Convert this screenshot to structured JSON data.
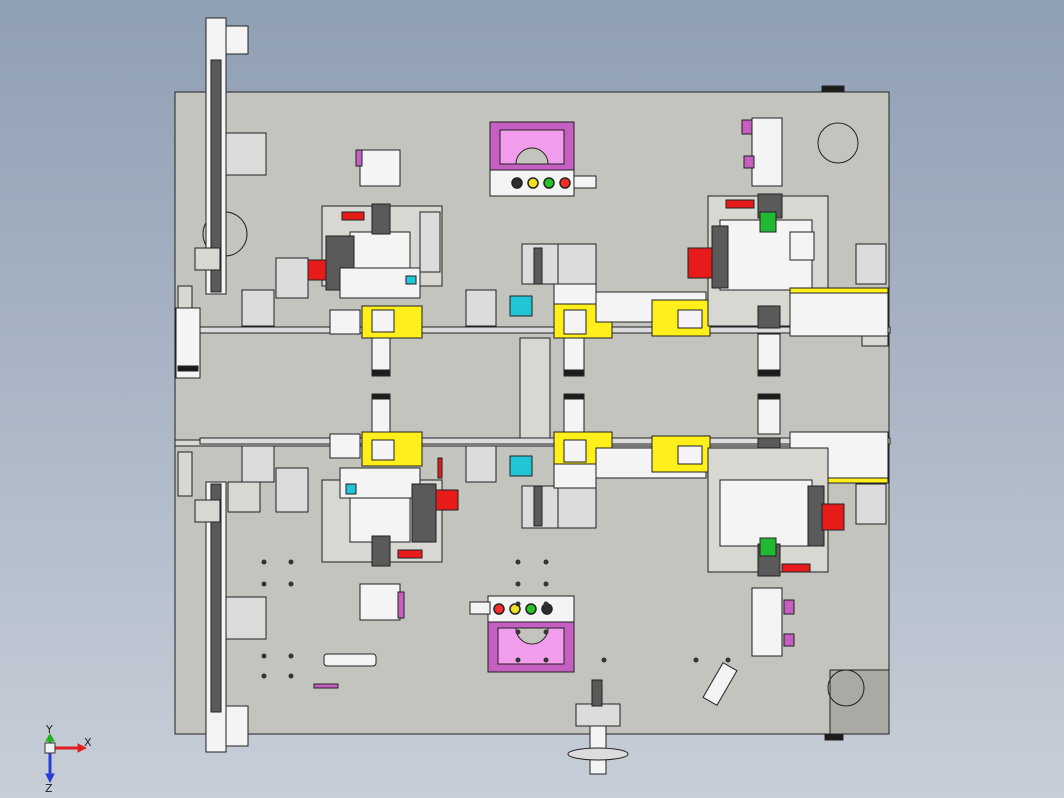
{
  "colors": {
    "background_top": "#8f9fb4",
    "background_bottom": "#c7ced8",
    "plate": "#c3c4bd",
    "plate_dark": "#a9aaa3",
    "bracket": "#d7d8d2",
    "block_gray": "#dcdcdc",
    "dark_gray": "#5a5a5a",
    "yellow": "#ffef1a",
    "red": "#e81b1b",
    "pink": "#f29cec",
    "magenta": "#c65fc2",
    "green": "#22b833",
    "cyan": "#21c6d6",
    "white": "#f4f4f4",
    "black": "#1c1c1c",
    "indicator_colors": [
      "#ff2a2a",
      "#f3e021",
      "#27c428",
      "#2d2d2d"
    ]
  },
  "axis_triad": {
    "x_label": "X",
    "y_label": "Y",
    "z_label": "Z",
    "x_color": "#e02020",
    "y_color": "#1fb51f",
    "z_color": "#2a3bd8"
  },
  "indicator_panels": [
    {
      "name": "top",
      "light_order": [
        "#2d2d2d",
        "#f3e021",
        "#27c428",
        "#ff2a2a"
      ]
    },
    {
      "name": "bottom",
      "light_order": [
        "#ff2a2a",
        "#f3e021",
        "#27c428",
        "#2d2d2d"
      ]
    }
  ]
}
